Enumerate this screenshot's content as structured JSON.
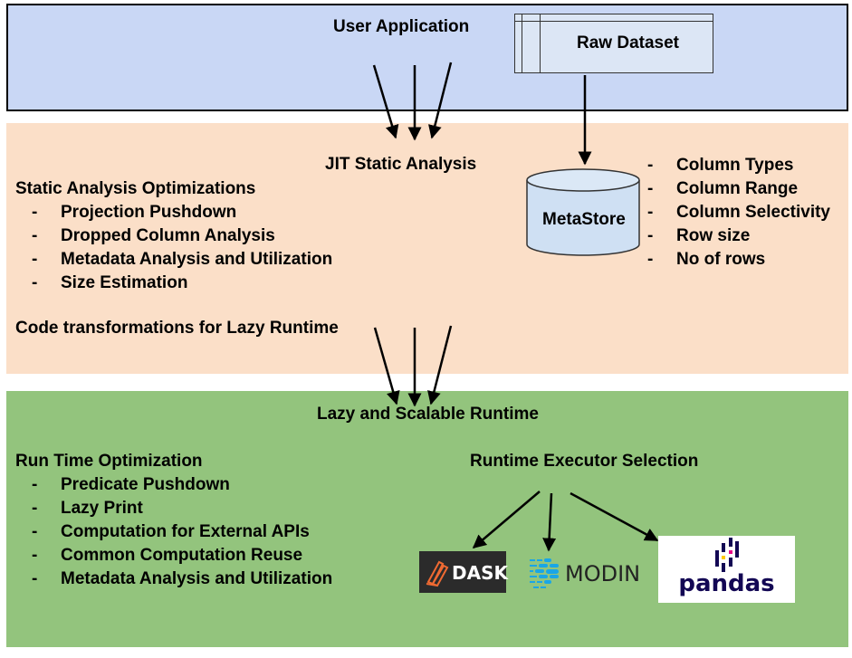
{
  "top_band": {
    "user_application": "User Application",
    "raw_dataset": "Raw Dataset"
  },
  "middle_band": {
    "jit_static_analysis": "JIT Static Analysis",
    "static_heading": "Static Analysis Optimizations",
    "static_items": [
      "Projection Pushdown",
      "Dropped Column Analysis",
      "Metadata Analysis and Utilization",
      "Size Estimation"
    ],
    "code_transformations": "Code transformations for Lazy Runtime",
    "metastore": "MetaStore",
    "metastore_items": [
      "Column Types",
      "Column Range",
      "Column Selectivity",
      "Row size",
      "No of rows"
    ]
  },
  "bottom_band": {
    "lazy_runtime": "Lazy and Scalable Runtime",
    "runtime_heading": "Run Time Optimization",
    "runtime_items": [
      "Predicate Pushdown",
      "Lazy Print",
      "Computation for External APIs",
      "Common Computation Reuse",
      "Metadata Analysis and Utilization"
    ],
    "executor_selection": "Runtime Executor Selection",
    "executors": {
      "dask": "DASK",
      "modin": "MODIN",
      "pandas": "pandas"
    }
  },
  "list_marker": "-",
  "colors": {
    "top_band": "#c9d7f5",
    "middle_band": "#fbdfc8",
    "bottom_band": "#93c47d",
    "cylinder": "#cfe0f3",
    "pandas_text": "#130754",
    "modin_cyan": "#1aa6e6"
  }
}
